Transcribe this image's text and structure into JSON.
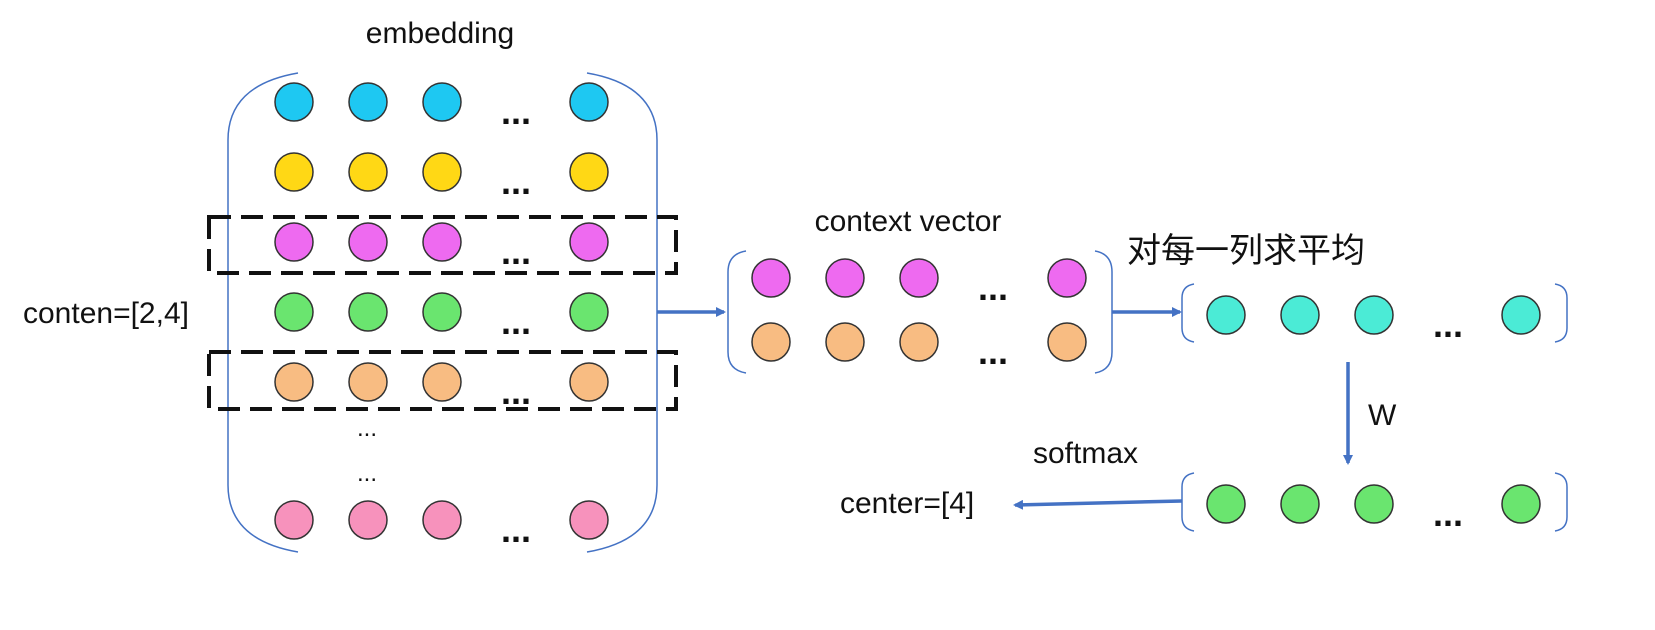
{
  "colors": {
    "cyan": "#1EC8F2",
    "yellow": "#FFD815",
    "magenta": "#EE6AF0",
    "green": "#6AE56F",
    "orange": "#F8BC82",
    "pink": "#F792BC",
    "teal": "#4BEBD6",
    "bracket": "#4472C4",
    "arrow": "#4472C4",
    "dashed": "#111111",
    "circle_stroke": "#333333"
  },
  "labels": {
    "embedding": "embedding",
    "context_vector": "context vector",
    "average_each_column": "对每一列求平均",
    "context_indices": "conten=[2,4]",
    "weight": "W",
    "softmax": "softmax",
    "center": "center=[4]",
    "ellipsis": "...",
    "vertical_ellipsis_1": "...",
    "vertical_ellipsis_2": "..."
  },
  "embedding_rows": [
    {
      "color_key": "cyan",
      "selected": false
    },
    {
      "color_key": "yellow",
      "selected": false
    },
    {
      "color_key": "magenta",
      "selected": true
    },
    {
      "color_key": "green",
      "selected": false
    },
    {
      "color_key": "orange",
      "selected": true
    },
    {
      "color_key": "pink",
      "selected": false
    }
  ],
  "context_rows": [
    {
      "color_key": "magenta"
    },
    {
      "color_key": "orange"
    }
  ],
  "average_row": {
    "color_key": "teal"
  },
  "output_row": {
    "color_key": "green"
  },
  "icons": [
    "arrow-right-icon",
    "arrow-down-icon",
    "arrow-left-icon"
  ]
}
